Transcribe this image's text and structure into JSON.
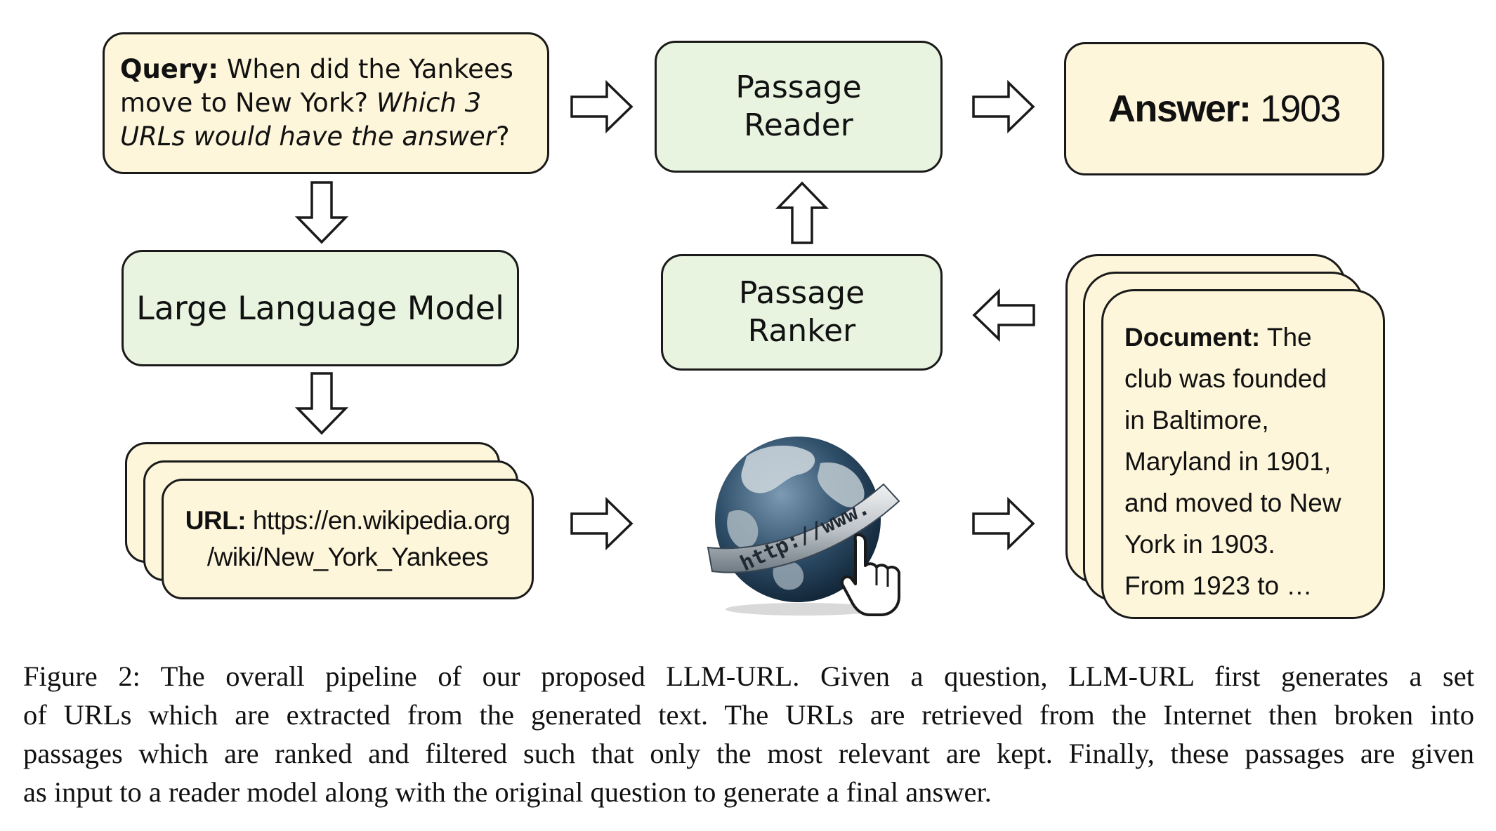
{
  "query_box": {
    "label": "Query:",
    "line1_text": "When did the Yankees",
    "line2_text": "move to New York?",
    "line2_italic": "Which 3",
    "line3_italic": "URLs would have the answer",
    "line3_tail": "?"
  },
  "llm_box": {
    "label": "Large Language Model"
  },
  "url_box": {
    "label": "URL:",
    "line1_text": "https://en.wikipedia.org",
    "line2_text": "/wiki/New_York_Yankees"
  },
  "globe": {
    "text": "http://www."
  },
  "passage_reader": {
    "line1": "Passage",
    "line2": "Reader"
  },
  "passage_ranker": {
    "line1": "Passage",
    "line2": "Ranker"
  },
  "answer_box": {
    "label": "Answer:",
    "value": "1903"
  },
  "document_box": {
    "label": "Document:",
    "lines": [
      "The",
      "club was founded",
      "in Baltimore,",
      "Maryland in 1901,",
      "and moved to New",
      "York in 1903.",
      "From 1923 to …"
    ]
  },
  "caption": {
    "lines": [
      "Figure 2: The overall pipeline of our proposed LLM-URL. Given a question, LLM-URL first generates a set",
      "of URLs which are extracted from the generated text. The URLs are retrieved from the Internet then broken into",
      "passages which are ranked and filtered such that only the most relevant are kept. Finally, these passages are given",
      "as input to a reader model along with the original question to generate a final answer."
    ]
  },
  "colors": {
    "cream": "#fdf6da",
    "green": "#e8f4e0",
    "stroke": "#1a1a1a",
    "globe_ocean": "#2f4f6a",
    "globe_land": "#c9d3d9"
  }
}
